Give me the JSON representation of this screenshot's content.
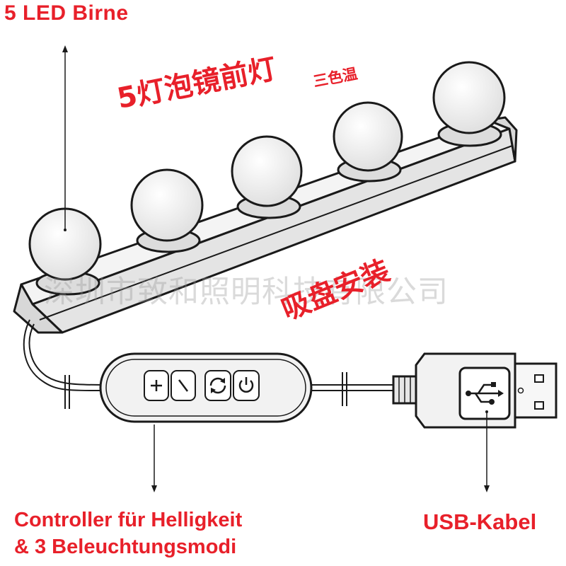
{
  "labels": {
    "led": "5 LED Birne",
    "cn_title": "5灯泡镜前灯",
    "cn_temp": "三色温",
    "cn_suction": "吸盘安装",
    "watermark": "深圳市致和照明科技有限公司",
    "controller_line1": "Controller für Helligkeit",
    "controller_line2": "& 3 Beleuchtungsmodi",
    "usb": "USB-Kabel"
  },
  "colors": {
    "accent": "#e8202a",
    "line": "#1a1a1a",
    "bar_fill": "#ececec",
    "bulb_fill": "#f2f2f2"
  },
  "icons": [
    "plus-icon",
    "minus-icon",
    "cycle-icon",
    "power-icon",
    "usb-trident-icon"
  ]
}
